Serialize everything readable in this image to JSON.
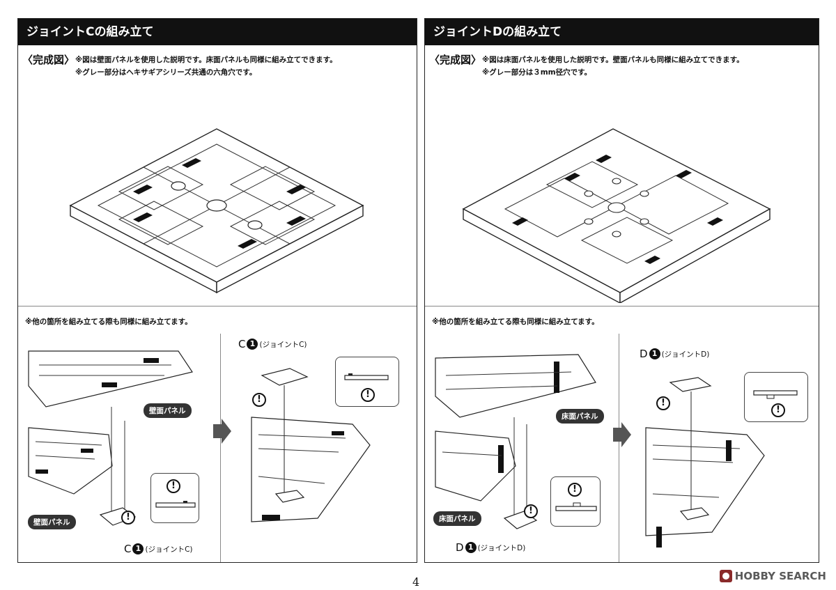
{
  "left": {
    "title": "ジョイントCの組み立て",
    "complete_label": "〈完成図〉",
    "note1": "※図は壁面パネルを使用した説明です。床面パネルも同様に組み立てできます。",
    "note2": "※グレー部分はヘキサギアシリーズ共通の六角穴です。",
    "bottom_note": "※他の箇所を組み立てる際も同様に組み立てます。",
    "panel_tag_top": "壁面パネル",
    "panel_tag_bottom": "壁面パネル",
    "part_letter": "C",
    "part_number": "1",
    "part_name": "(ジョイントC)"
  },
  "right": {
    "title": "ジョイントDの組み立て",
    "complete_label": "〈完成図〉",
    "note1": "※図は床面パネルを使用した説明です。壁面パネルも同様に組み立てできます。",
    "note2": "※グレー部分は３mm径穴です。",
    "bottom_note": "※他の箇所を組み立てる際も同様に組み立てます。",
    "panel_tag_top": "床面パネル",
    "panel_tag_bottom": "床面パネル",
    "part_letter": "D",
    "part_number": "1",
    "part_name": "(ジョイントD)"
  },
  "exclamation": "!",
  "page_number": "4",
  "watermark": {
    "text": "HOBBY SEARCH",
    "color": "#8a2a2a"
  }
}
